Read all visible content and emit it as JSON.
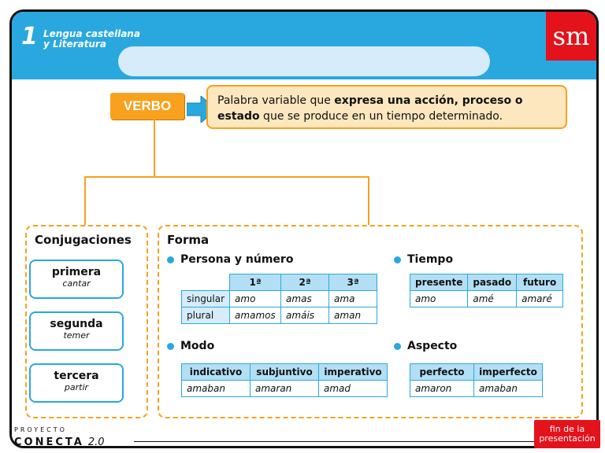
{
  "header": {
    "unit_number": "1",
    "title_line1": "Lengua castellana",
    "title_line2": "y Literatura",
    "brand": "sm"
  },
  "concept": {
    "label": "VERBO",
    "definition_pre": "Palabra variable que ",
    "definition_bold1": "expresa una acción, proceso o",
    "definition_bold2": "estado",
    "definition_post": " que se produce en un tiempo determinado."
  },
  "conjugaciones": {
    "title": "Conjugaciones",
    "items": [
      {
        "label": "primera",
        "example": "cantar"
      },
      {
        "label": "segunda",
        "example": "temer"
      },
      {
        "label": "tercera",
        "example": "partir"
      }
    ]
  },
  "forma": {
    "title": "Forma",
    "persona": {
      "title": "Persona y número",
      "headers": [
        "1ª",
        "2ª",
        "3ª"
      ],
      "rows": [
        {
          "label": "singular",
          "values": [
            "amo",
            "amas",
            "ama"
          ]
        },
        {
          "label": "plural",
          "values": [
            "amamos",
            "amáis",
            "aman"
          ]
        }
      ]
    },
    "tiempo": {
      "title": "Tiempo",
      "headers": [
        "presente",
        "pasado",
        "futuro"
      ],
      "values": [
        "amo",
        "amé",
        "amaré"
      ]
    },
    "modo": {
      "title": "Modo",
      "headers": [
        "indicativo",
        "subjuntivo",
        "imperativo"
      ],
      "values": [
        "amaban",
        "amaran",
        "amad"
      ]
    },
    "aspecto": {
      "title": "Aspecto",
      "headers": [
        "perfecto",
        "imperfecto"
      ],
      "values": [
        "amaron",
        "amaban"
      ]
    }
  },
  "footer": {
    "brand_small": "PROYECTO",
    "brand_big": "CONECTA",
    "brand_version": "2.0",
    "end_button_line1": "fin de la",
    "end_button_line2": "presentación"
  }
}
